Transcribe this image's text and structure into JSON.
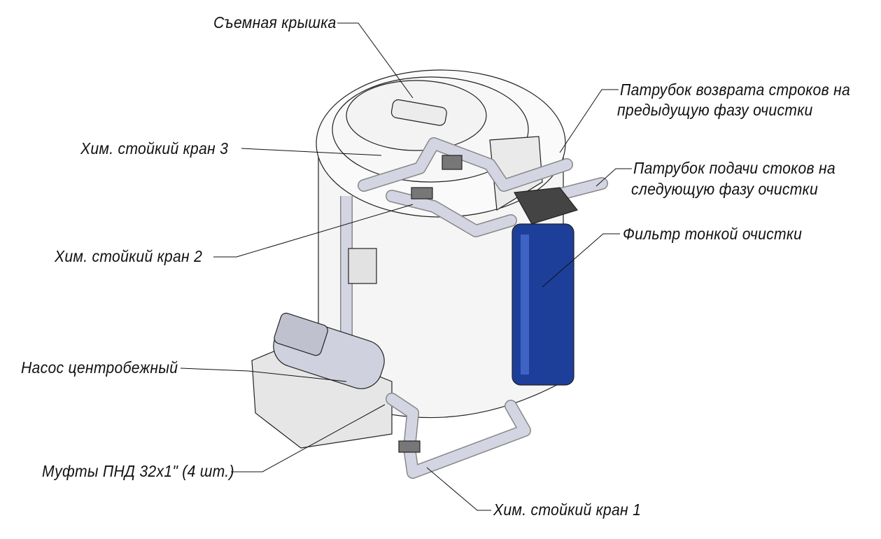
{
  "labels": {
    "lid": "Съемная крышка",
    "return_pipe_line1": "Патрубок возврата строков на",
    "return_pipe_line2": "предыдущую фазу очистки",
    "valve3": "Хим. стойкий кран 3",
    "supply_pipe_line1": "Патрубок подачи стоков на",
    "supply_pipe_line2": "следующую фазу очистки",
    "filter": "Фильтр тонкой очистки",
    "valve2": "Хим. стойкий кран 2",
    "pump": "Насос центробежный",
    "couplings": "Муфты ПНД 32х1\" (4 шт.)",
    "valve1": "Хим. стойкий кран 1"
  },
  "colors": {
    "filter_housing": "#1d3f9a",
    "pipe": "#c9cbd9",
    "tank": "#f4f4f4",
    "outline": "#222222"
  }
}
